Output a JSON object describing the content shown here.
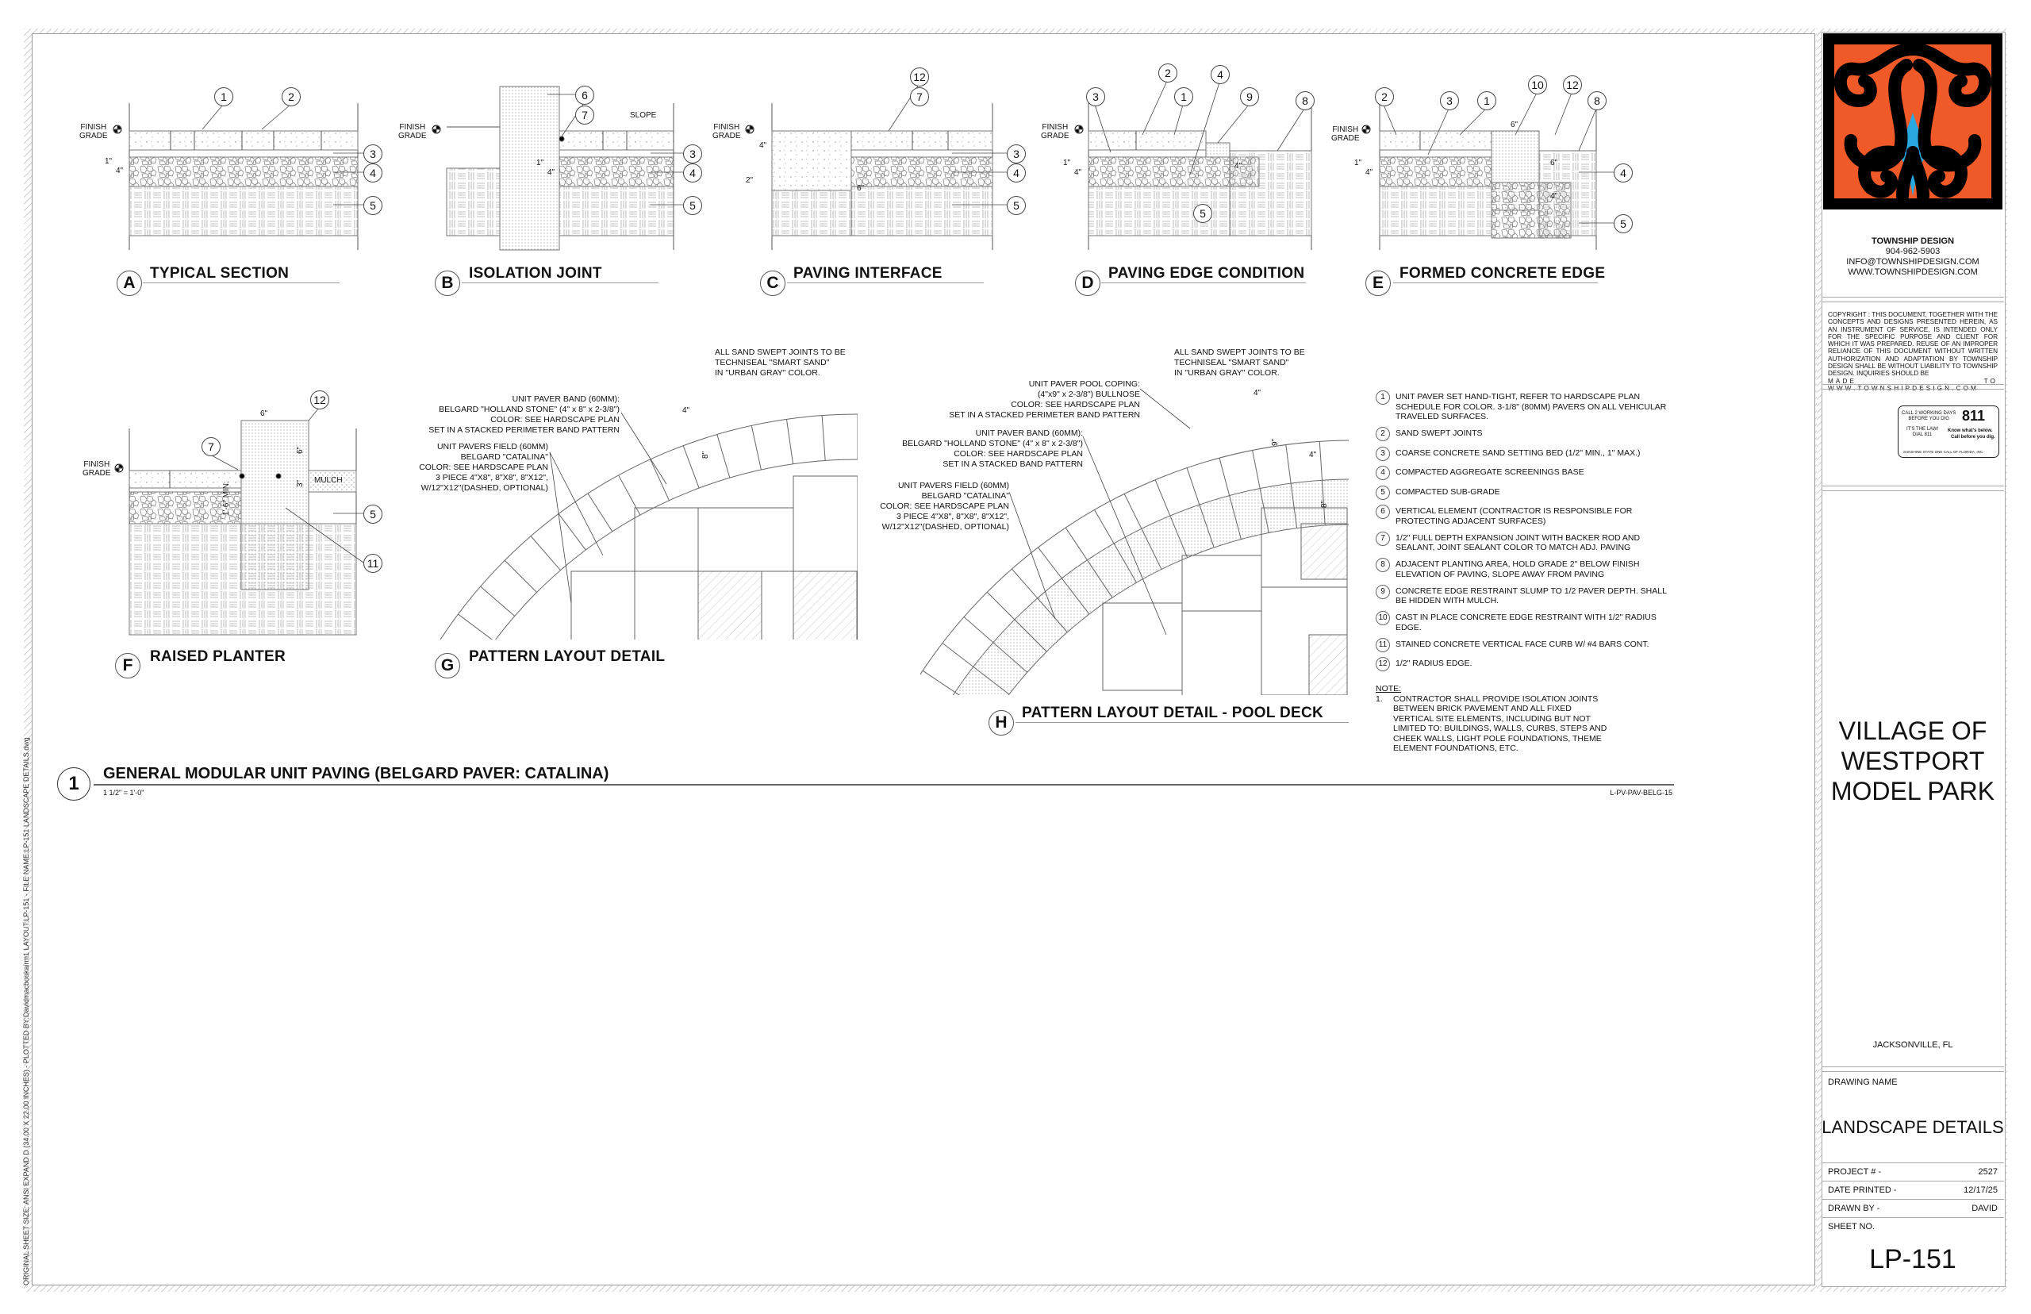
{
  "side_text": "ORIGINAL SHEET SIZE: ANSI EXPAND D (34.00 X 22.00 INCHES) - PLOTTED BY:Davidmacbookairm1  LAYOUT:LP-151 - FILE NAME:LP-151 LANDSCAPE DETAILS.dwg",
  "finish_grade": "FINISH\nGRADE",
  "details": [
    {
      "letter": "A",
      "title": "TYPICAL SECTION",
      "callouts": [
        "1",
        "2",
        "3",
        "4",
        "5"
      ],
      "dims": [
        "1\"",
        "4\""
      ]
    },
    {
      "letter": "B",
      "title": "ISOLATION JOINT",
      "callouts": [
        "6",
        "7",
        "3",
        "4",
        "5"
      ],
      "dims": [
        "1\"",
        "4\"",
        "SLOPE"
      ]
    },
    {
      "letter": "C",
      "title": "PAVING INTERFACE",
      "callouts": [
        "12",
        "7",
        "3",
        "4",
        "5"
      ],
      "dims": [
        "4\"",
        "2\"",
        "6\""
      ]
    },
    {
      "letter": "D",
      "title": "PAVING EDGE CONDITION",
      "callouts": [
        "3",
        "2",
        "1",
        "4",
        "9",
        "8",
        "5"
      ],
      "dims": [
        "1\"",
        "4\"",
        "4\""
      ]
    },
    {
      "letter": "E",
      "title": "FORMED CONCRETE EDGE",
      "callouts": [
        "2",
        "3",
        "1",
        "10",
        "12",
        "8",
        "4",
        "5"
      ],
      "dims": [
        "1\"",
        "4\"",
        "6\"",
        "6\"",
        "4\""
      ]
    },
    {
      "letter": "F",
      "title": "RAISED PLANTER",
      "callouts": [
        "12",
        "7",
        "5",
        "11"
      ],
      "dims": [
        "6\"",
        "6\"",
        "3\"",
        "1'-6\" MIN.",
        "MULCH"
      ]
    },
    {
      "letter": "G",
      "title": "PATTERN LAYOUT DETAIL",
      "dims": [
        "4\"",
        "8\""
      ],
      "sand_note": "ALL SAND SWEPT JOINTS TO BE\nTECHNISEAL \"SMART SAND\"\nIN \"URBAN GRAY\" COLOR.",
      "band_label": "UNIT PAVER BAND (60MM):\nBELGARD \"HOLLAND STONE\" (4\" x 8\" x 2-3/8\")\nCOLOR: SEE HARDSCAPE PLAN\nSET IN A STACKED PERIMETER BAND PATTERN",
      "field_label": "UNIT PAVERS FIELD (60MM)\nBELGARD \"CATALINA\"\nCOLOR: SEE HARDSCAPE PLAN\n3 PIECE 4\"X8\", 8\"X8\", 8\"X12\",\nW/12\"X12\"(DASHED, OPTIONAL)"
    },
    {
      "letter": "H",
      "title": "PATTERN LAYOUT DETAIL - POOL DECK",
      "dims": [
        "4\"",
        "9\"",
        "4\"",
        "8\""
      ],
      "sand_note": "ALL SAND SWEPT JOINTS TO BE\nTECHNISEAL \"SMART SAND\"\nIN \"URBAN GRAY\" COLOR.",
      "coping_label": "UNIT PAVER POOL COPING:\n(4\"x9\" x 2-3/8\") BULLNOSE\nCOLOR: SEE HARDSCAPE PLAN\nSET IN A STACKED PERIMETER BAND PATTERN",
      "band_label": "UNIT PAVER BAND (60MM):\nBELGARD \"HOLLAND STONE\" (4\" x 8\" x 2-3/8\")\nCOLOR: SEE HARDSCAPE PLAN\nSET IN A STACKED BAND PATTERN",
      "field_label": "UNIT PAVERS FIELD (60MM)\nBELGARD \"CATALINA\"\nCOLOR: SEE HARDSCAPE PLAN\n3 PIECE 4\"X8\", 8\"X8\", 8\"X12\",\nW/12\"X12\"(DASHED, OPTIONAL)"
    }
  ],
  "notes": [
    {
      "num": "1",
      "text": "UNIT PAVER SET HAND-TIGHT, REFER TO HARDSCAPE PLAN SCHEDULE FOR COLOR. 3-1/8\" (80MM) PAVERS ON ALL VEHICULAR TRAVELED SURFACES."
    },
    {
      "num": "2",
      "text": "SAND SWEPT JOINTS"
    },
    {
      "num": "3",
      "text": "COARSE CONCRETE SAND SETTING BED (1/2\" MIN., 1\" MAX.)"
    },
    {
      "num": "4",
      "text": "COMPACTED AGGREGATE SCREENINGS BASE"
    },
    {
      "num": "5",
      "text": "COMPACTED SUB-GRADE"
    },
    {
      "num": "6",
      "text": "VERTICAL ELEMENT (CONTRACTOR IS RESPONSIBLE FOR PROTECTING ADJACENT SURFACES)"
    },
    {
      "num": "7",
      "text": "1/2\" FULL DEPTH EXPANSION JOINT WITH BACKER ROD AND   SEALANT, JOINT SEALANT COLOR TO MATCH ADJ. PAVING"
    },
    {
      "num": "8",
      "text": "ADJACENT PLANTING AREA, HOLD GRADE 2\" BELOW FINISH ELEVATION OF PAVING, SLOPE AWAY FROM PAVING"
    },
    {
      "num": "9",
      "text": "CONCRETE EDGE RESTRAINT SLUMP TO 1/2 PAVER DEPTH. SHALL  BE HIDDEN WITH MULCH."
    },
    {
      "num": "10",
      "text": "CAST IN PLACE CONCRETE EDGE RESTRAINT WITH 1/2\" RADIUS  EDGE."
    },
    {
      "num": "11",
      "text": "STAINED CONCRETE VERTICAL FACE CURB W/ #4 BARS CONT."
    },
    {
      "num": "12",
      "text": "1/2\" RADIUS EDGE."
    }
  ],
  "general_note": {
    "heading": "NOTE:",
    "num": "1.",
    "text": "CONTRACTOR SHALL PROVIDE ISOLATION JOINTS BETWEEN BRICK PAVEMENT AND ALL FIXED VERTICAL SITE ELEMENTS, INCLUDING BUT NOT LIMITED TO: BUILDINGS, WALLS, CURBS, STEPS AND CHEEK WALLS, LIGHT POLE FOUNDATIONS, THEME ELEMENT FOUNDATIONS, ETC."
  },
  "sheet_detail": {
    "number": "1",
    "title": "GENERAL MODULAR UNIT PAVING (BELGARD PAVER: CATALINA)",
    "scale": "1 1/2\" = 1'-0\"",
    "code": "L-PV-PAV-BELG-15"
  },
  "title_block": {
    "logo_colors": {
      "orange": "#f05a28",
      "blue": "#29a8e0",
      "black": "#000000"
    },
    "firm": "TOWNSHIP DESIGN",
    "phone": "904-962-5903",
    "email": "INFO@TOWNSHIPDESIGN.COM",
    "web": "WWW.TOWNSHIPDESIGN.COM",
    "copyright": "COPYRIGHT : THIS DOCUMENT, TOGETHER WITH THE CONCEPTS AND DESIGNS PRESENTED HEREIN, AS AN INSTRUMENT OF SERVICE, IS INTENDED ONLY FOR THE SPECIFIC PURPOSE AND CLIENT FOR WHICH IT WAS PREPARED. REUSE OF AN IMPROPER RELIANCE OF THIS DOCUMENT WITHOUT WRITTEN AUTHORIZATION AND ADAPTATION BY TOWNSHIP DESIGN SHALL BE WITHOUT LIABILITY TO TOWNSHIP DESIGN. INQUIRIES SHOULD BE",
    "copyright_last": "MADE TO WWW.TOWNSHIPDESIGN.COM",
    "dig": {
      "line1": "CALL 2 WORKING DAYS\nBEFORE YOU DIG",
      "line2": "IT'S THE LAW!\nDIAL 811",
      "logo": "811",
      "tag1": "Know what's below.",
      "tag2": "Call before you dig.",
      "footer": "SUNSHINE STATE ONE CALL OF FLORIDA, INC."
    },
    "project_name": "VILLAGE OF\nWESTPORT\nMODEL PARK",
    "location": "JACKSONVILLE, FL",
    "drawing_name_label": "DRAWING NAME",
    "drawing_name": "LANDSCAPE DETAILS",
    "project_label": "PROJECT # -",
    "project": "2527",
    "date_label": "DATE PRINTED -",
    "date": "12/17/25",
    "drawn_label": "DRAWN BY -",
    "drawn": "DAVID",
    "sheet_label": "SHEET NO.",
    "sheet": "LP-151"
  }
}
